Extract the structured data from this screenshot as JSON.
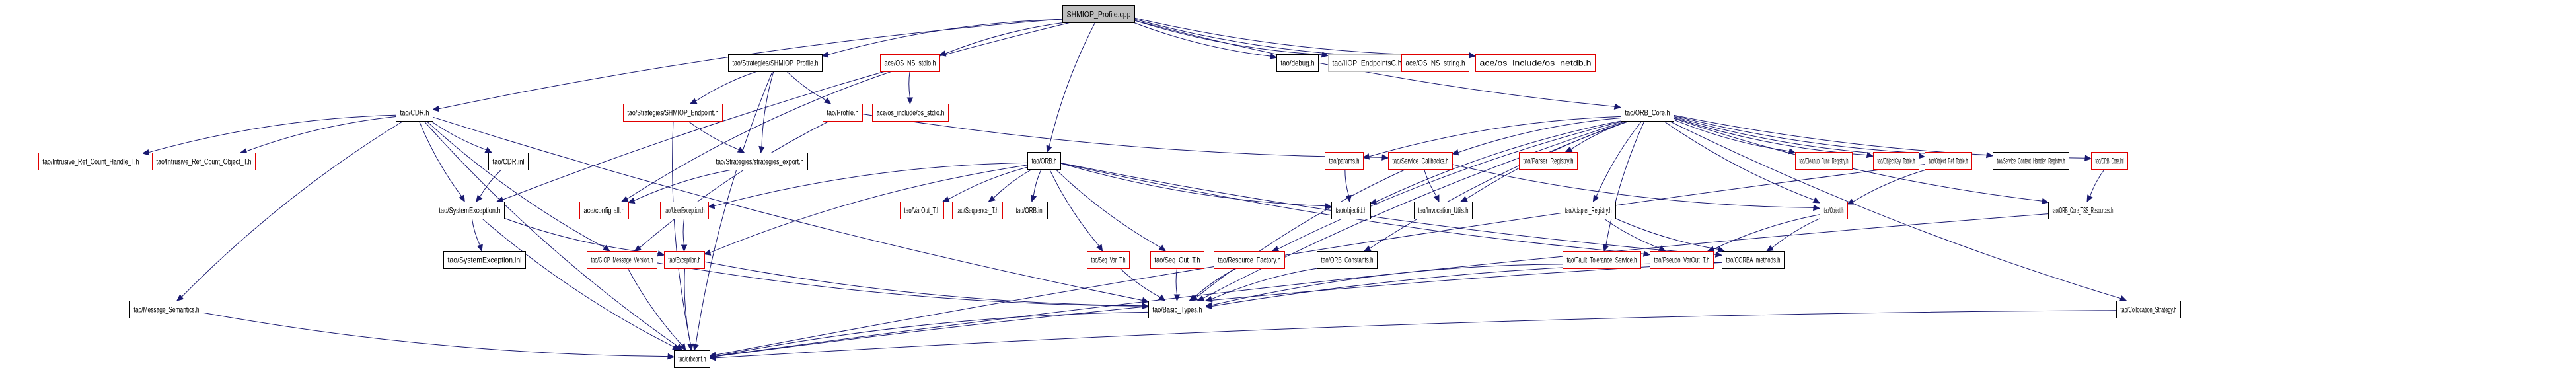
{
  "title": "SHMIOP_Profile.cpp include dependency graph",
  "colors": {
    "edge": "#191970",
    "node_border": "#000000",
    "missing_border": "#e00000",
    "external_border": "#bfbfbf",
    "root_fill": "#bfbfbf"
  },
  "nodes": [
    {
      "id": "root",
      "label": "SHMIOP_Profile.cpp",
      "kind": "root"
    },
    {
      "id": "shmiop_profile_h",
      "label": "tao/Strategies/SHMIOP_Profile.h",
      "kind": "normal"
    },
    {
      "id": "os_ns_stdio_h",
      "label": "ace/OS_NS_stdio.h",
      "kind": "missing"
    },
    {
      "id": "debug_h",
      "label": "tao/debug.h",
      "kind": "normal"
    },
    {
      "id": "iiop_endpointsc_h",
      "label": "tao/IIOP_EndpointsC.h",
      "kind": "external"
    },
    {
      "id": "os_ns_string_h",
      "label": "ace/OS_NS_string.h",
      "kind": "missing"
    },
    {
      "id": "os_netdb_h",
      "label": "ace/os_include/os_netdb.h",
      "kind": "missing"
    },
    {
      "id": "cdr_h",
      "label": "tao/CDR.h",
      "kind": "normal"
    },
    {
      "id": "shmiop_endpoint_h",
      "label": "tao/Strategies/SHMIOP_Endpoint.h",
      "kind": "missing"
    },
    {
      "id": "profile_h",
      "label": "tao/Profile.h",
      "kind": "missing"
    },
    {
      "id": "os_stdio_h",
      "label": "ace/os_include/os_stdio.h",
      "kind": "missing"
    },
    {
      "id": "orb_core_h",
      "label": "tao/ORB_Core.h",
      "kind": "normal"
    },
    {
      "id": "irc_handle_h",
      "label": "tao/Intrusive_Ref_Count_Handle_T.h",
      "kind": "missing"
    },
    {
      "id": "irc_object_h",
      "label": "tao/Intrusive_Ref_Count_Object_T.h",
      "kind": "missing"
    },
    {
      "id": "cdr_inl",
      "label": "tao/CDR.inl",
      "kind": "normal"
    },
    {
      "id": "strategies_export_h",
      "label": "tao/Strategies/strategies_export.h",
      "kind": "normal"
    },
    {
      "id": "orb_h",
      "label": "tao/ORB.h",
      "kind": "normal"
    },
    {
      "id": "params_h",
      "label": "tao/params.h",
      "kind": "missing"
    },
    {
      "id": "service_callbacks_h",
      "label": "tao/Service_Callbacks.h",
      "kind": "missing"
    },
    {
      "id": "parser_registry_h",
      "label": "tao/Parser_Registry.h",
      "kind": "missing"
    },
    {
      "id": "cleanup_func_registry_h",
      "label": "tao/Cleanup_Func_Registry.h",
      "kind": "missing"
    },
    {
      "id": "objectkey_table_h",
      "label": "tao/ObjectKey_Table.h",
      "kind": "missing"
    },
    {
      "id": "object_ref_table_h",
      "label": "tao/Object_Ref_Table.h",
      "kind": "missing"
    },
    {
      "id": "service_context_handler_registry_h",
      "label": "tao/Service_Context_Handler_Registry.h",
      "kind": "normal"
    },
    {
      "id": "orb_core_inl",
      "label": "tao/ORB_Core.inl",
      "kind": "missing"
    },
    {
      "id": "systemexception_h",
      "label": "tao/SystemException.h",
      "kind": "normal"
    },
    {
      "id": "config_all_h",
      "label": "ace/config-all.h",
      "kind": "missing"
    },
    {
      "id": "userexception_h",
      "label": "tao/UserException.h",
      "kind": "missing"
    },
    {
      "id": "varout_t_h",
      "label": "tao/VarOut_T.h",
      "kind": "missing"
    },
    {
      "id": "sequence_t_h",
      "label": "tao/Sequence_T.h",
      "kind": "missing"
    },
    {
      "id": "orb_inl",
      "label": "tao/ORB.inl",
      "kind": "normal"
    },
    {
      "id": "objectid_h",
      "label": "tao/objectid.h",
      "kind": "normal"
    },
    {
      "id": "invocation_utils_h",
      "label": "tao/Invocation_Utils.h",
      "kind": "normal"
    },
    {
      "id": "adapter_registry_h",
      "label": "tao/Adapter_Registry.h",
      "kind": "normal"
    },
    {
      "id": "object_h",
      "label": "tao/Object.h",
      "kind": "missing"
    },
    {
      "id": "orb_core_tss_resources_h",
      "label": "tao/ORB_Core_TSS_Resources.h",
      "kind": "normal"
    },
    {
      "id": "systemexception_inl",
      "label": "tao/SystemException.inl",
      "kind": "normal"
    },
    {
      "id": "giop_message_version_h",
      "label": "tao/GIOP_Message_Version.h",
      "kind": "missing"
    },
    {
      "id": "exception_h",
      "label": "tao/Exception.h",
      "kind": "missing"
    },
    {
      "id": "seq_var_t_h",
      "label": "tao/Seq_Var_T.h",
      "kind": "missing"
    },
    {
      "id": "seq_out_t_h",
      "label": "tao/Seq_Out_T.h",
      "kind": "missing"
    },
    {
      "id": "resource_factory_h",
      "label": "tao/Resource_Factory.h",
      "kind": "missing"
    },
    {
      "id": "orb_constants_h",
      "label": "tao/ORB_Constants.h",
      "kind": "normal"
    },
    {
      "id": "fault_tolerance_service_h",
      "label": "tao/Fault_Tolerance_Service.h",
      "kind": "missing"
    },
    {
      "id": "pseudo_varout_t_h",
      "label": "tao/Pseudo_VarOut_T.h",
      "kind": "missing"
    },
    {
      "id": "corba_methods_h",
      "label": "tao/CORBA_methods.h",
      "kind": "normal"
    },
    {
      "id": "message_semantics_h",
      "label": "tao/Message_Semantics.h",
      "kind": "normal"
    },
    {
      "id": "basic_types_h",
      "label": "tao/Basic_Types.h",
      "kind": "normal"
    },
    {
      "id": "collocation_strategy_h",
      "label": "tao/Collocation_Strategy.h",
      "kind": "normal"
    },
    {
      "id": "orbconf_h",
      "label": "tao/orbconf.h",
      "kind": "normal"
    }
  ],
  "edges": [
    [
      "root",
      "shmiop_profile_h"
    ],
    [
      "root",
      "os_ns_stdio_h"
    ],
    [
      "root",
      "debug_h"
    ],
    [
      "root",
      "iiop_endpointsc_h"
    ],
    [
      "root",
      "os_ns_string_h"
    ],
    [
      "root",
      "os_netdb_h"
    ],
    [
      "root",
      "cdr_h"
    ],
    [
      "root",
      "orb_h"
    ],
    [
      "root",
      "orb_core_h"
    ],
    [
      "root",
      "systemexception_h"
    ],
    [
      "shmiop_profile_h",
      "shmiop_endpoint_h"
    ],
    [
      "shmiop_profile_h",
      "profile_h"
    ],
    [
      "shmiop_profile_h",
      "strategies_export_h"
    ],
    [
      "shmiop_profile_h",
      "orbconf_h"
    ],
    [
      "os_ns_stdio_h",
      "os_stdio_h"
    ],
    [
      "os_ns_stdio_h",
      "config_all_h"
    ],
    [
      "shmiop_endpoint_h",
      "strategies_export_h"
    ],
    [
      "shmiop_endpoint_h",
      "orbconf_h"
    ],
    [
      "profile_h",
      "giop_message_version_h"
    ],
    [
      "profile_h",
      "service_callbacks_h"
    ],
    [
      "strategies_export_h",
      "config_all_h"
    ],
    [
      "cdr_h",
      "irc_handle_h"
    ],
    [
      "cdr_h",
      "irc_object_h"
    ],
    [
      "cdr_h",
      "cdr_inl"
    ],
    [
      "cdr_h",
      "message_semantics_h"
    ],
    [
      "cdr_h",
      "giop_message_version_h"
    ],
    [
      "cdr_h",
      "basic_types_h"
    ],
    [
      "cdr_h",
      "orbconf_h"
    ],
    [
      "cdr_h",
      "systemexception_h"
    ],
    [
      "cdr_inl",
      "systemexception_h"
    ],
    [
      "systemexception_h",
      "systemexception_inl"
    ],
    [
      "systemexception_h",
      "exception_h"
    ],
    [
      "systemexception_h",
      "orbconf_h"
    ],
    [
      "message_semantics_h",
      "orbconf_h"
    ],
    [
      "giop_message_version_h",
      "orbconf_h"
    ],
    [
      "giop_message_version_h",
      "basic_types_h"
    ],
    [
      "exception_h",
      "orbconf_h"
    ],
    [
      "exception_h",
      "basic_types_h"
    ],
    [
      "userexception_h",
      "exception_h"
    ],
    [
      "orb_h",
      "userexception_h"
    ],
    [
      "orb_h",
      "varout_t_h"
    ],
    [
      "orb_h",
      "sequence_t_h"
    ],
    [
      "orb_h",
      "orb_inl"
    ],
    [
      "orb_h",
      "objectid_h"
    ],
    [
      "orb_h",
      "seq_var_t_h"
    ],
    [
      "orb_h",
      "seq_out_t_h"
    ],
    [
      "orb_h",
      "pseudo_varout_t_h"
    ],
    [
      "orb_h",
      "corba_methods_h"
    ],
    [
      "orb_h",
      "exception_h"
    ],
    [
      "seq_var_t_h",
      "basic_types_h"
    ],
    [
      "seq_out_t_h",
      "basic_types_h"
    ],
    [
      "resource_factory_h",
      "basic_types_h"
    ],
    [
      "params_h",
      "objectid_h"
    ],
    [
      "service_callbacks_h",
      "invocation_utils_h"
    ],
    [
      "service_callbacks_h",
      "object_h"
    ],
    [
      "service_callbacks_h",
      "basic_types_h"
    ],
    [
      "orb_core_h",
      "params_h"
    ],
    [
      "orb_core_h",
      "service_callbacks_h"
    ],
    [
      "orb_core_h",
      "parser_registry_h"
    ],
    [
      "orb_core_h",
      "cleanup_func_registry_h"
    ],
    [
      "orb_core_h",
      "objectkey_table_h"
    ],
    [
      "orb_core_h",
      "object_ref_table_h"
    ],
    [
      "orb_core_h",
      "service_context_handler_registry_h"
    ],
    [
      "orb_core_h",
      "orb_core_inl"
    ],
    [
      "orb_core_h",
      "orb_core_tss_resources_h"
    ],
    [
      "orb_core_h",
      "invocation_utils_h"
    ],
    [
      "orb_core_h",
      "adapter_registry_h"
    ],
    [
      "orb_core_h",
      "object_h"
    ],
    [
      "orb_core_h",
      "resource_factory_h"
    ],
    [
      "orb_core_h",
      "orb_constants_h"
    ],
    [
      "orb_core_h",
      "fault_tolerance_service_h"
    ],
    [
      "orb_core_h",
      "collocation_strategy_h"
    ],
    [
      "orb_core_h",
      "basic_types_h"
    ],
    [
      "orb_core_h",
      "objectid_h"
    ],
    [
      "orb_core_inl",
      "orb_core_tss_resources_h"
    ],
    [
      "object_ref_table_h",
      "object_h"
    ],
    [
      "object_ref_table_h",
      "orbconf_h"
    ],
    [
      "adapter_registry_h",
      "pseudo_varout_t_h"
    ],
    [
      "adapter_registry_h",
      "corba_methods_h"
    ],
    [
      "object_h",
      "pseudo_varout_t_h"
    ],
    [
      "object_h",
      "corba_methods_h"
    ],
    [
      "orb_constants_h",
      "basic_types_h"
    ],
    [
      "fault_tolerance_service_h",
      "basic_types_h"
    ],
    [
      "corba_methods_h",
      "basic_types_h"
    ],
    [
      "corba_methods_h",
      "orbconf_h"
    ],
    [
      "collocation_strategy_h",
      "orbconf_h"
    ],
    [
      "orb_core_tss_resources_h",
      "orbconf_h"
    ],
    [
      "basic_types_h",
      "orbconf_h"
    ]
  ]
}
